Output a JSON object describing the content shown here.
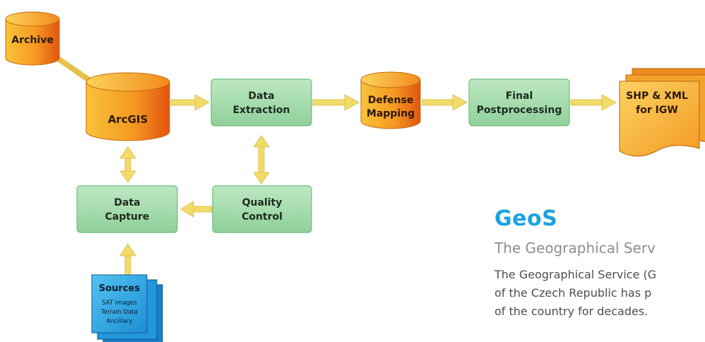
{
  "diagram": {
    "nodes": {
      "archive": "Archive",
      "arcgis": "ArcGIS",
      "data_extraction": [
        "Data",
        "Extraction"
      ],
      "defense_mapping": [
        "Defense",
        "Mapping"
      ],
      "final_postprocessing": [
        "Final",
        "Postprocessing"
      ],
      "shp_xml": [
        "SHP & XML",
        "for IGW"
      ],
      "data_capture": [
        "Data",
        "Capture"
      ],
      "quality_control": [
        "Quality",
        "Control"
      ],
      "sources": {
        "title": "Sources",
        "lines": [
          "SAT images",
          "Terrain Data",
          "Ancillary"
        ]
      }
    },
    "colors": {
      "cylinder": "#f7a823",
      "cylinder_dark": "#e0520e",
      "process_box": "#9fd9a8",
      "process_border": "#6cbf7a",
      "arrow": "#f2dc68",
      "sources": "#2aa8e6",
      "document": "#f9b637"
    }
  },
  "article": {
    "title": "GeoS",
    "subtitle": "The Geographical Serv",
    "body_lines": [
      "The Geographical Service (G",
      "of the Czech Republic has p",
      "of the country for decades."
    ],
    "title_color": "#1aa3e0"
  }
}
